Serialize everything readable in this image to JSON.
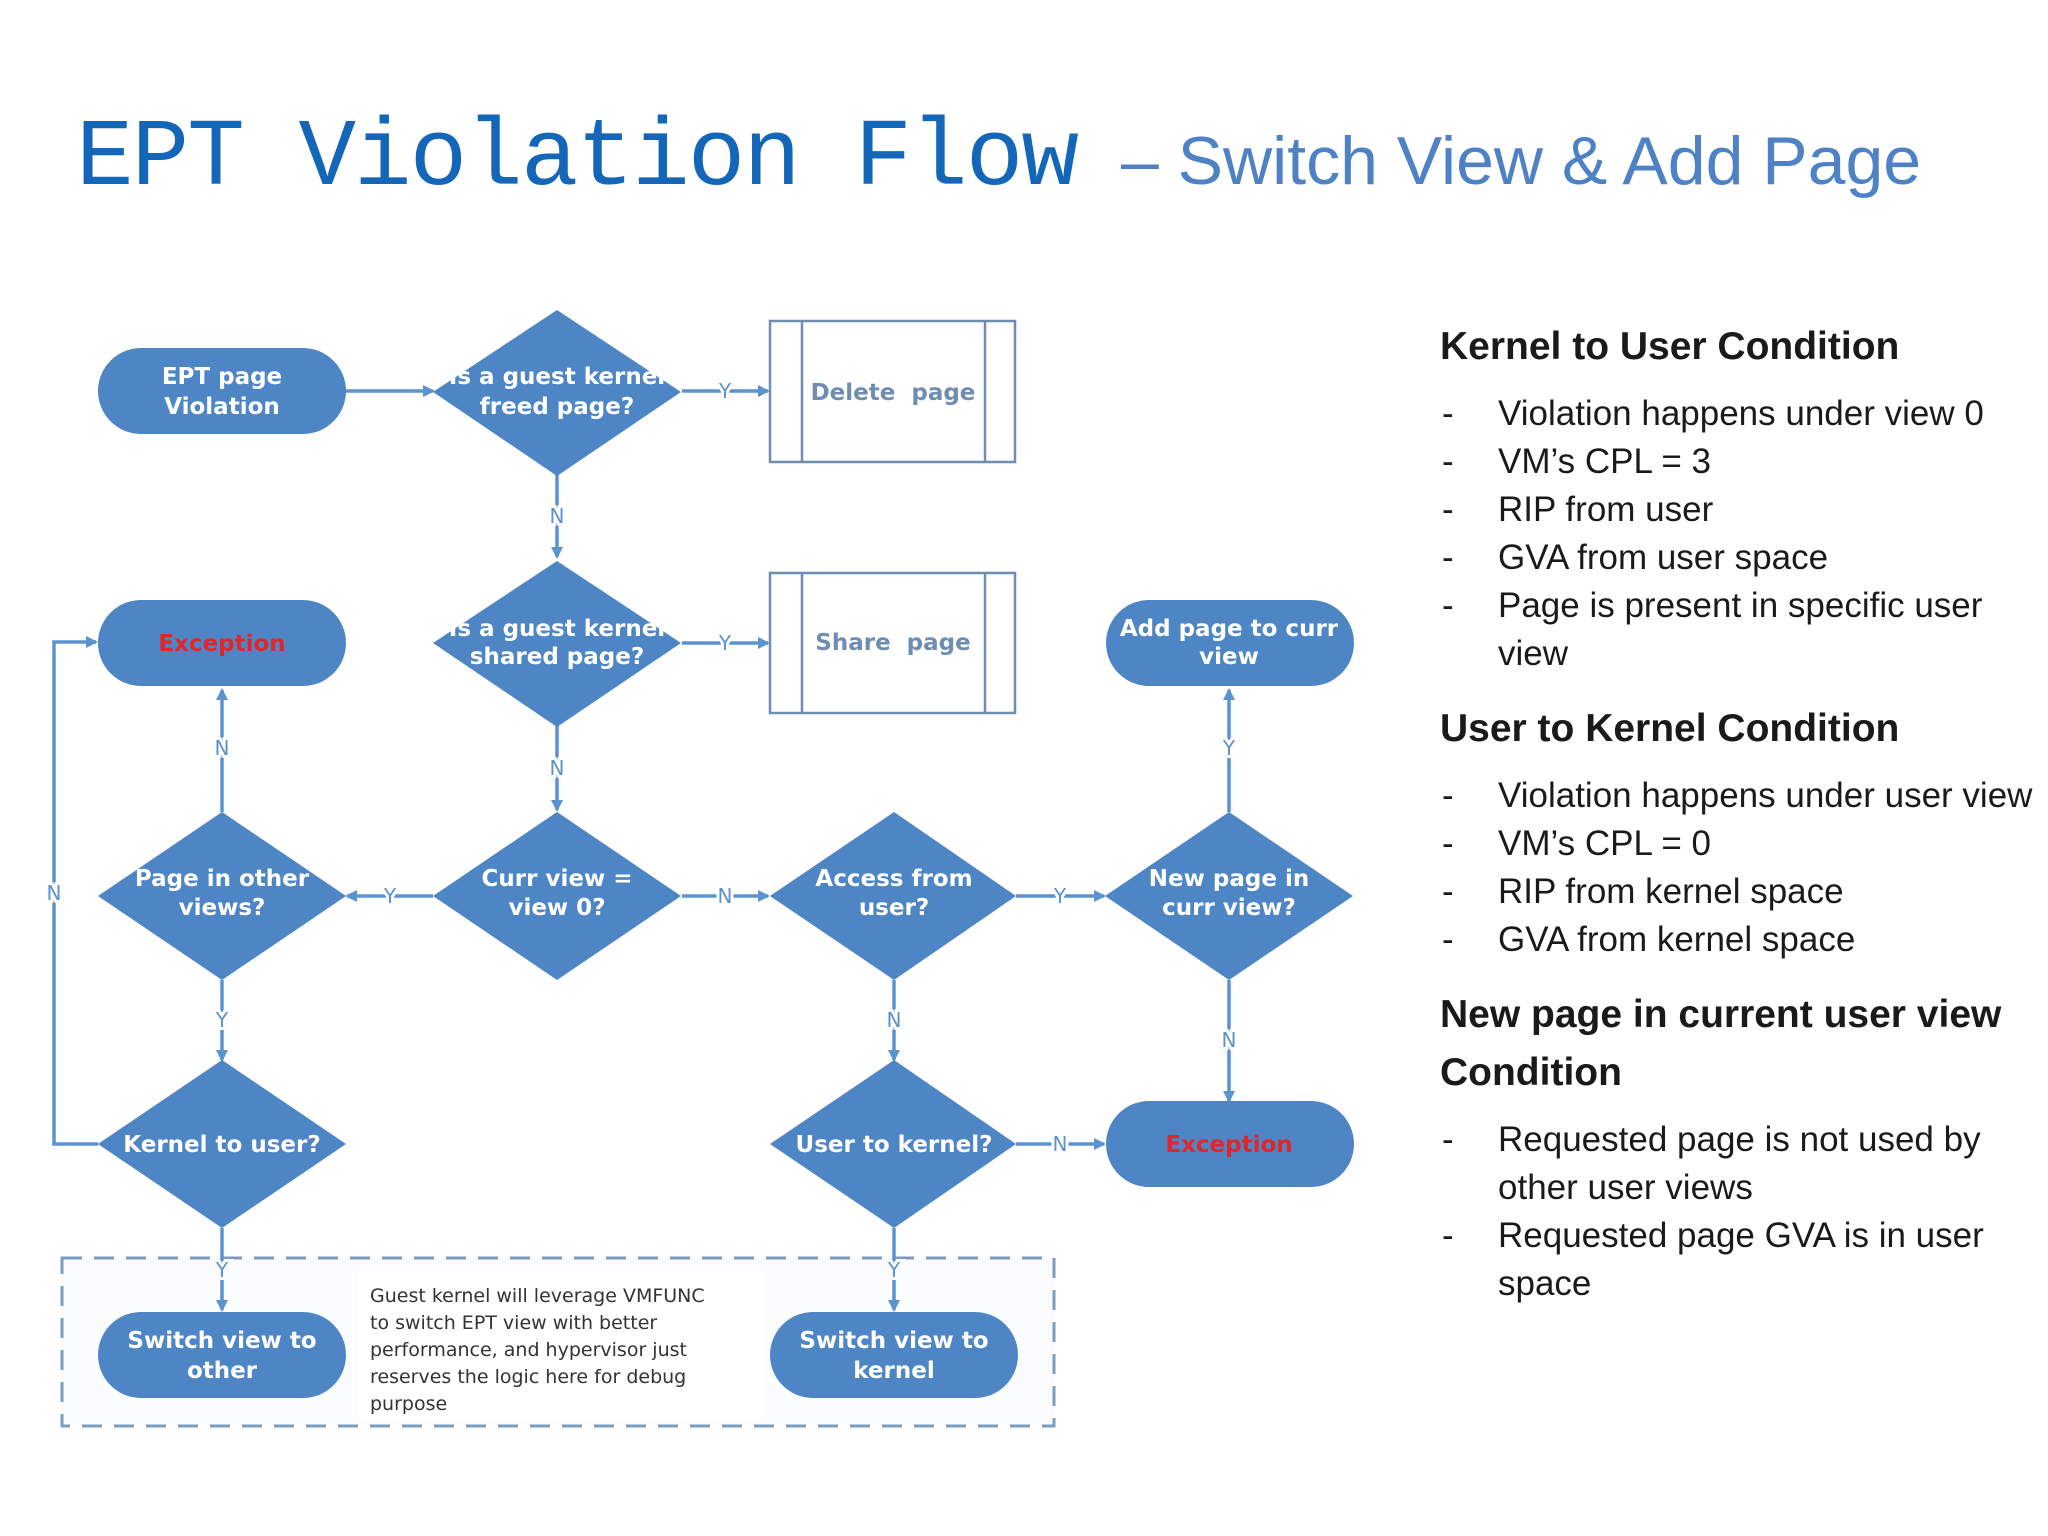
{
  "title": {
    "main": "EPT Violation Flow",
    "sub": "– Switch View & Add Page"
  },
  "flow": {
    "nodes": {
      "start": [
        "EPT page",
        "Violation"
      ],
      "freed": [
        "Is a guest kernel",
        "freed page?"
      ],
      "delete": [
        "Delete  page"
      ],
      "shared": [
        "Is a guest kernel",
        "shared page?"
      ],
      "share": [
        "Share  page"
      ],
      "exception_left": [
        "Exception"
      ],
      "add_page": [
        "Add page to curr",
        "view"
      ],
      "page_other": [
        "Page in other",
        "views?"
      ],
      "curr_view": [
        "Curr view =",
        "view 0?"
      ],
      "access_user": [
        "Access from",
        "user?"
      ],
      "new_page": [
        "New page in",
        "curr view?"
      ],
      "kernel_user": [
        "Kernel to user?"
      ],
      "user_kernel": [
        "User to kernel?"
      ],
      "exception_right": [
        "Exception"
      ],
      "switch_other": [
        "Switch view to",
        "other"
      ],
      "switch_kernel": [
        "Switch view to",
        "kernel"
      ]
    },
    "labels": {
      "yes": "Y",
      "no": "N"
    },
    "note": [
      "Guest kernel will leverage VMFUNC",
      "to switch EPT view with better",
      "performance, and hypervisor just",
      "reserves the logic here for debug",
      "purpose"
    ]
  },
  "conditions": [
    {
      "heading": "Kernel to User Condition",
      "items": [
        "Violation happens under view 0",
        "VM’s CPL = 3",
        "RIP from user",
        "GVA from user space",
        "Page is present in specific user view"
      ]
    },
    {
      "heading": "User to Kernel Condition",
      "items": [
        "Violation happens under user view",
        "VM’s CPL = 0",
        "RIP from kernel space",
        "GVA from kernel space"
      ]
    },
    {
      "heading": "New page in current user view Condition",
      "items": [
        "Requested page is not used by other user views",
        "Requested page GVA is in user space"
      ]
    }
  ],
  "colors": {
    "title": "#1466b8",
    "subtitle": "#4f82c4",
    "node": "#4e86c5",
    "edge": "#5b93d1",
    "exception_text": "#e0262b"
  }
}
